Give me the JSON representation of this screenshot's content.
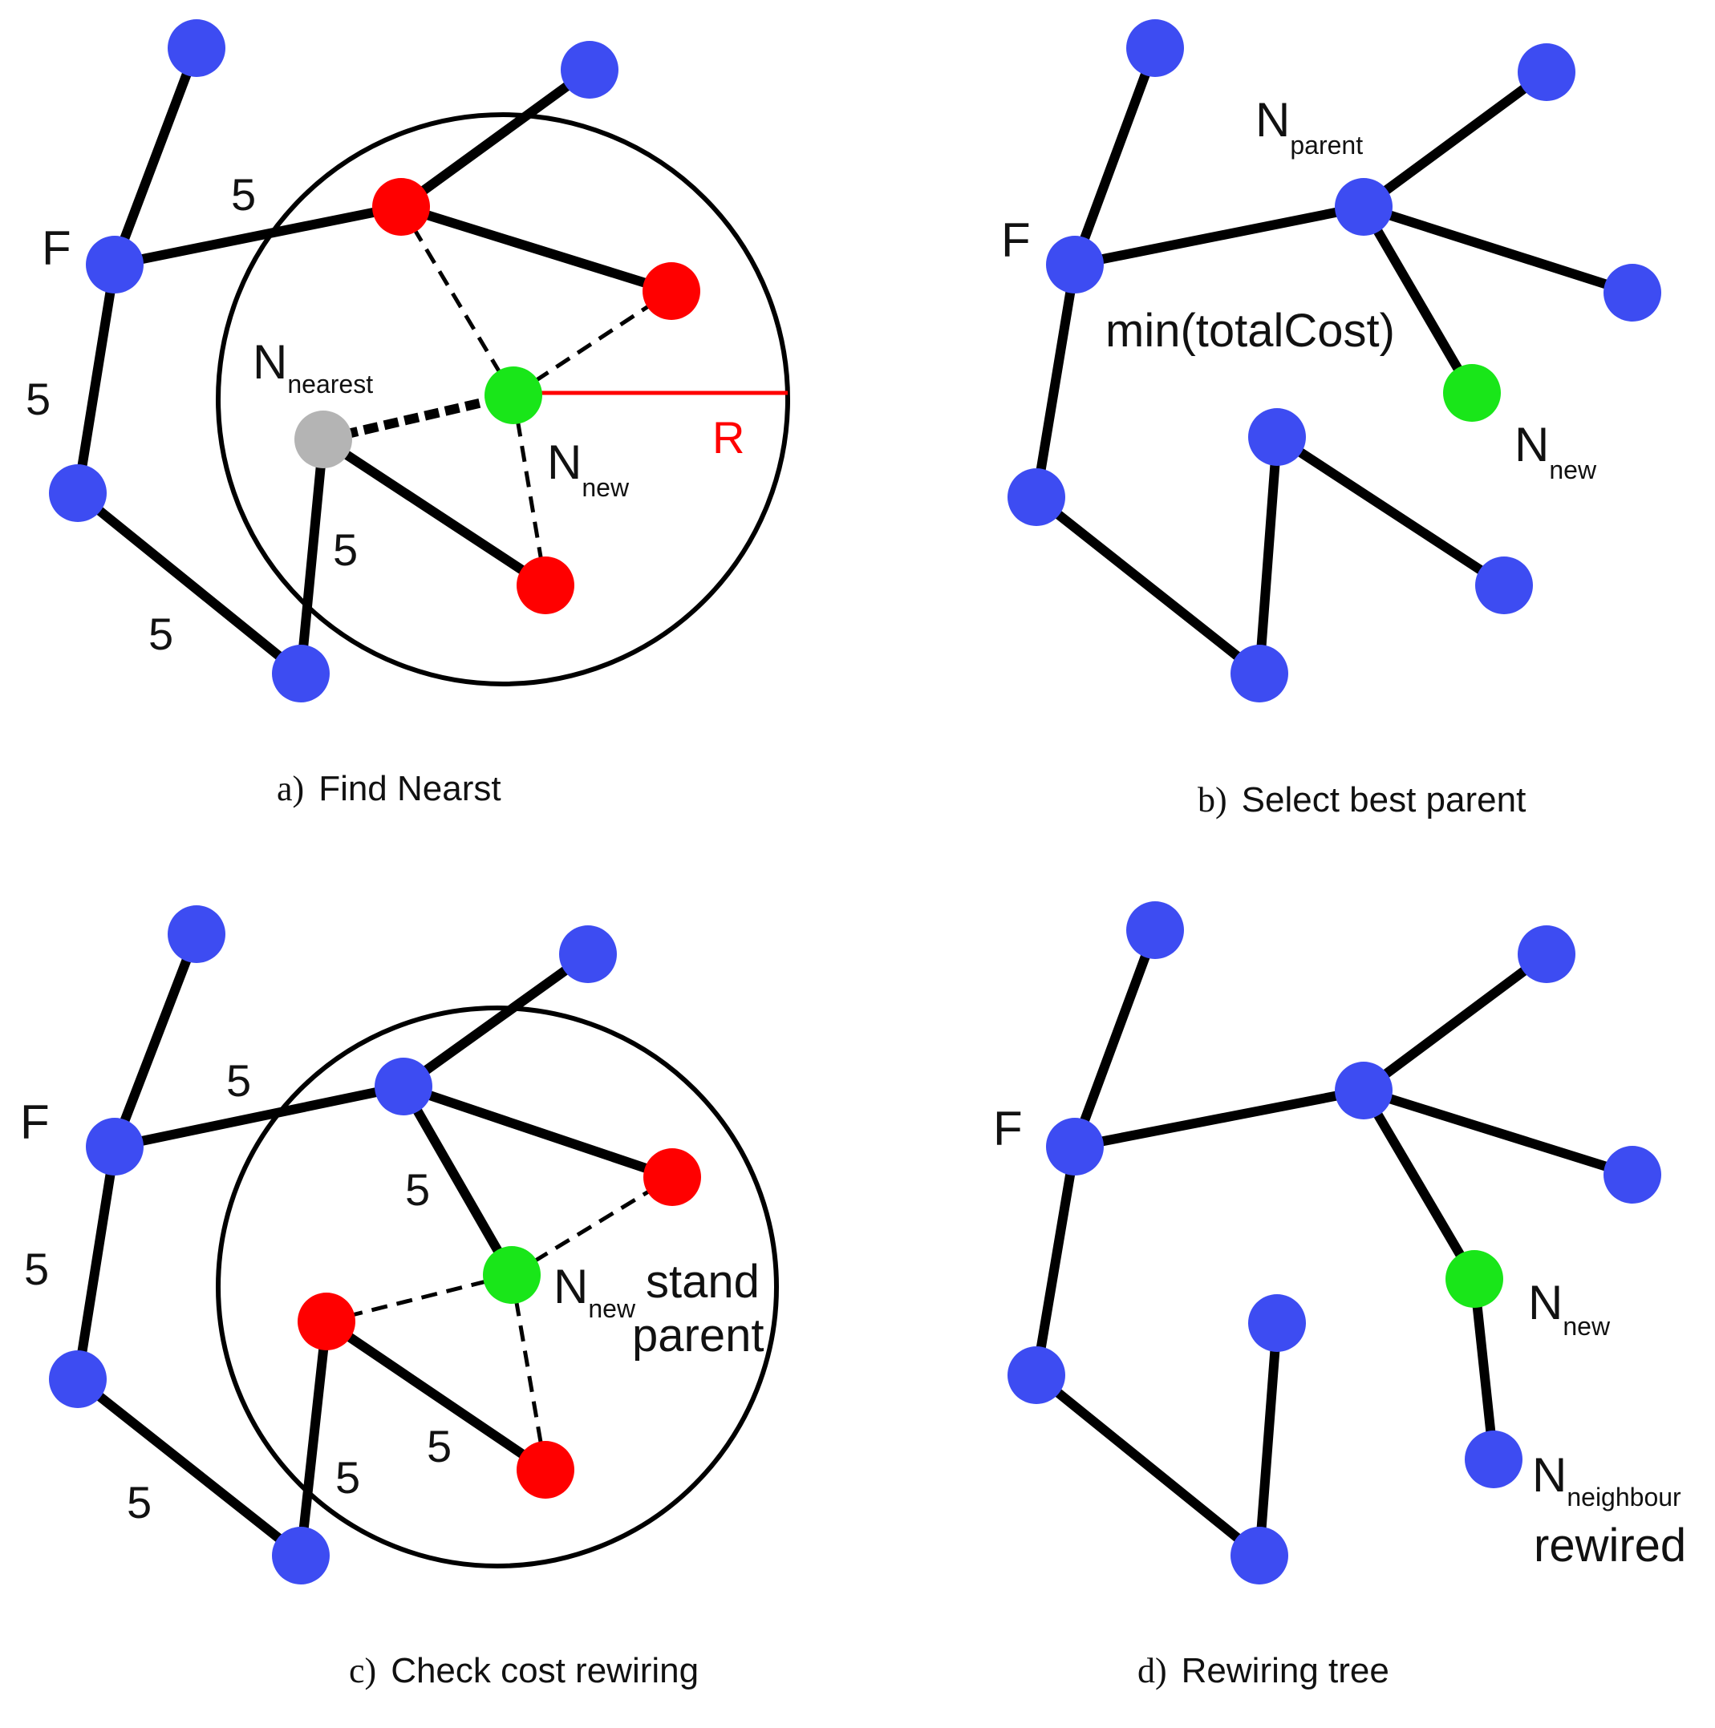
{
  "colors": {
    "tree_node": "#3d4cf2",
    "candidate_node": "#ff0000",
    "new_node": "#19e619",
    "nearest_node": "#b4b4b4",
    "radius_line": "#ff0000",
    "edge": "#000000"
  },
  "panel_a": {
    "caption_letter": "a)",
    "caption_text": "Find Nearst",
    "label_f": "F",
    "label_nearest_main": "N",
    "label_nearest_sub": "nearest",
    "label_new_main": "N",
    "label_new_sub": "new",
    "label_r": "R",
    "edge_cost_1": "5",
    "edge_cost_2": "5",
    "edge_cost_3": "5",
    "edge_cost_4": "5"
  },
  "panel_b": {
    "caption_letter": "b)",
    "caption_text": "Select best parent",
    "label_f": "F",
    "label_parent_main": "N",
    "label_parent_sub": "parent",
    "label_min_cost": "min(totalCost)",
    "label_new_main": "N",
    "label_new_sub": "new"
  },
  "panel_c": {
    "caption_letter": "c)",
    "caption_text": "Check cost rewiring",
    "label_f": "F",
    "label_new_main": "N",
    "label_new_sub": "new",
    "label_stand": "stand",
    "label_parent": "parent",
    "edge_cost_1": "5",
    "edge_cost_2": "5",
    "edge_cost_3": "5",
    "edge_cost_4": "5",
    "edge_cost_5": "5",
    "edge_cost_6": "5"
  },
  "panel_d": {
    "caption_letter": "d)",
    "caption_text": "Rewiring tree",
    "label_f": "F",
    "label_new_main": "N",
    "label_new_sub": "new",
    "label_neighbour_main": "N",
    "label_neighbour_sub": "neighbour",
    "label_rewired": "rewired"
  }
}
